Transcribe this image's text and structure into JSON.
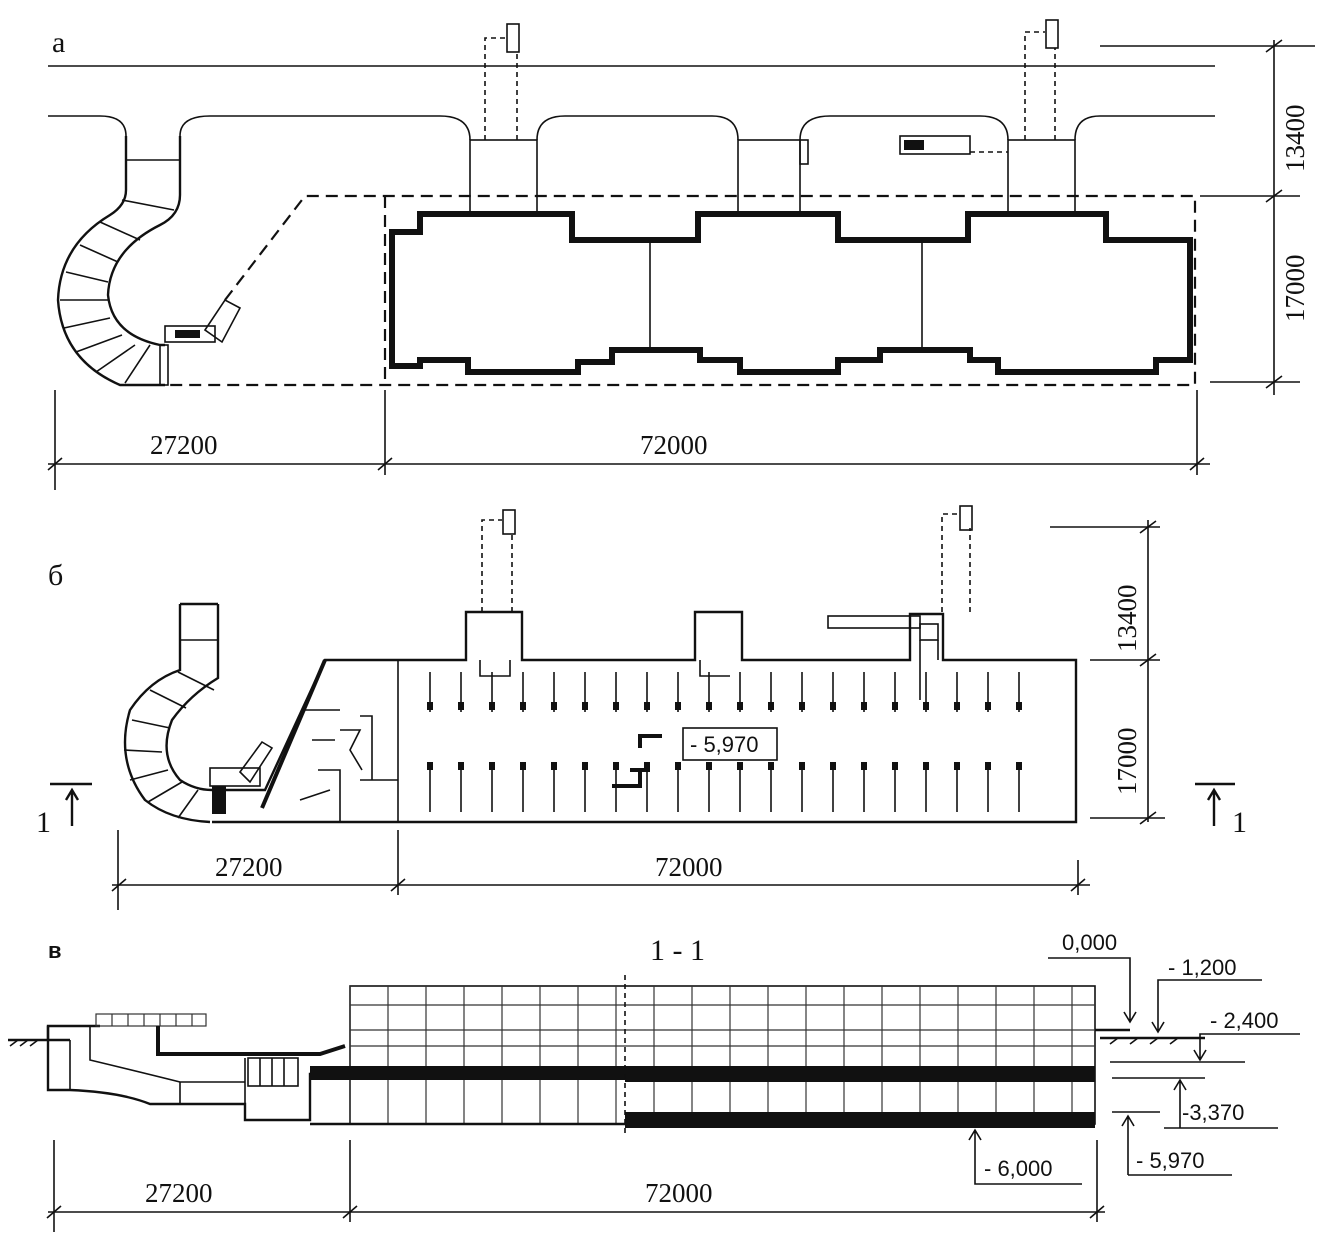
{
  "panels": {
    "a": {
      "label": "а",
      "dim_left": "27200",
      "dim_right": "72000",
      "dim_top": "13400",
      "dim_bottom": "17000"
    },
    "b": {
      "label": "б",
      "dim_left": "27200",
      "dim_right": "72000",
      "dim_top": "13400",
      "dim_bottom": "17000",
      "floor_level": "- 5,970",
      "section_mark_left": "1",
      "section_mark_right": "1"
    },
    "c": {
      "label": "в",
      "section_title": "1 - 1",
      "dim_left": "27200",
      "dim_right": "72000",
      "elev_ground": "0,000",
      "elev_1": "- 1,200",
      "elev_2": "- 2,400",
      "elev_3": "-3,370",
      "elev_4": "- 5,970",
      "elev_5": "- 6,000"
    }
  }
}
